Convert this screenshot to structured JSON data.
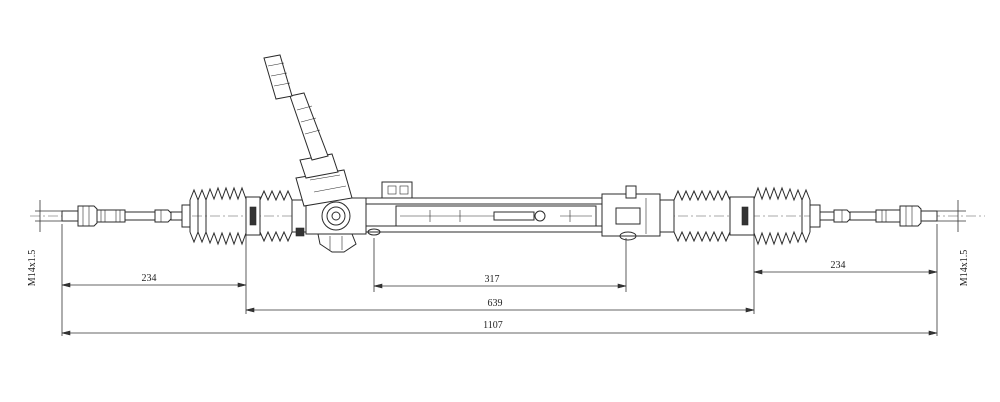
{
  "dimensions": {
    "thread_left": "M14x1.5",
    "thread_right": "M14x1.5",
    "tie_rod_left": "234",
    "mount_spacing": "317",
    "tie_rod_right": "234",
    "boot_span": "639",
    "overall_length": "1107"
  },
  "colors": {
    "line": "#2b2b2b",
    "background": "#ffffff"
  }
}
